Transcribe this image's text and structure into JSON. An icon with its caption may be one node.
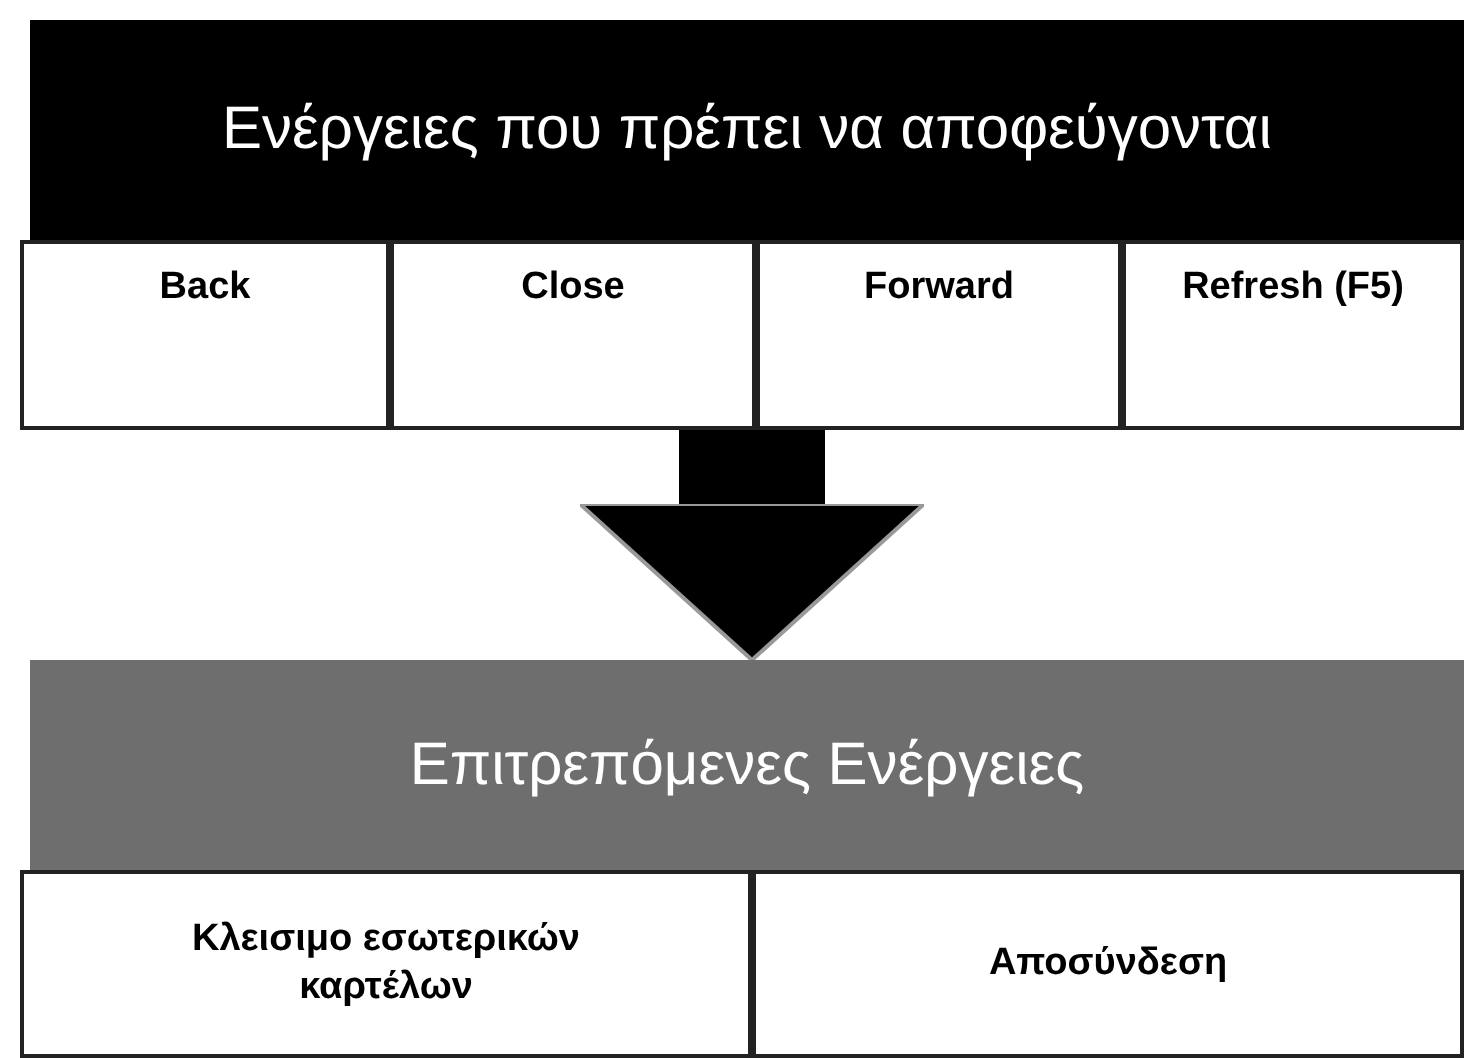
{
  "diagram": {
    "nodes": [
      {
        "text": [
          "Ενέργειες που πρέπει να αποφεύγονται"
        ]
      },
      {
        "text": [
          "Back"
        ],
        "in": 0
      },
      {
        "text": [
          "Close"
        ],
        "in": 0
      },
      {
        "text": [
          "Forward"
        ],
        "in": 0
      },
      {
        "text": [
          "Refresh (F5)"
        ],
        "in": 0
      },
      {
        "text": [
          "Επιτρεπόμενες Ενέργειες"
        ]
      },
      {
        "text": [
          "Κλεισιμο εσωτερικών καρτέλων"
        ],
        "in": 5
      },
      {
        "text": [
          "Αποσύνδεση"
        ],
        "in": 5
      }
    ],
    "edges": [
      {
        "from": 0,
        "to": 5,
        "arrow": "to"
      }
    ]
  }
}
